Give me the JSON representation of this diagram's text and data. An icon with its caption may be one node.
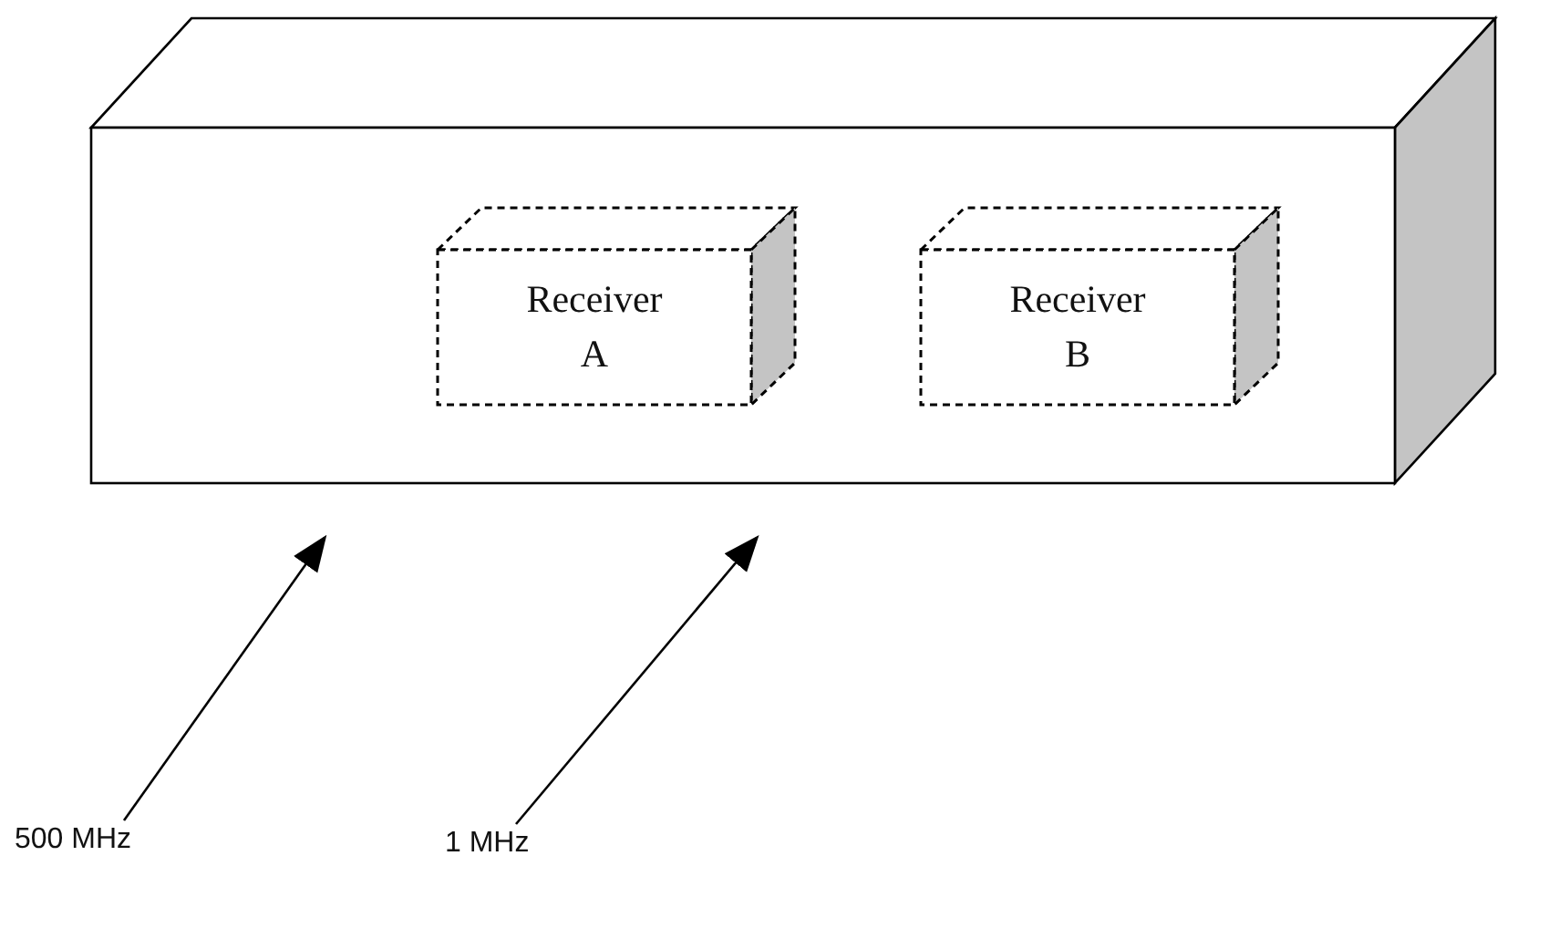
{
  "diagram": {
    "nodes": [
      {
        "text": [],
        "shape": "box"
      },
      {
        "text": [
          "Receiver A"
        ],
        "in": 0
      },
      {
        "text": [
          "Receiver B"
        ],
        "in": 0
      },
      {
        "text": [
          "500 MHz"
        ]
      },
      {
        "text": [
          "1 MHz"
        ]
      }
    ],
    "edges": [
      {
        "from": 3,
        "to": null,
        "arrow": "to"
      },
      {
        "from": 4,
        "to": null,
        "arrow": "to"
      }
    ]
  }
}
